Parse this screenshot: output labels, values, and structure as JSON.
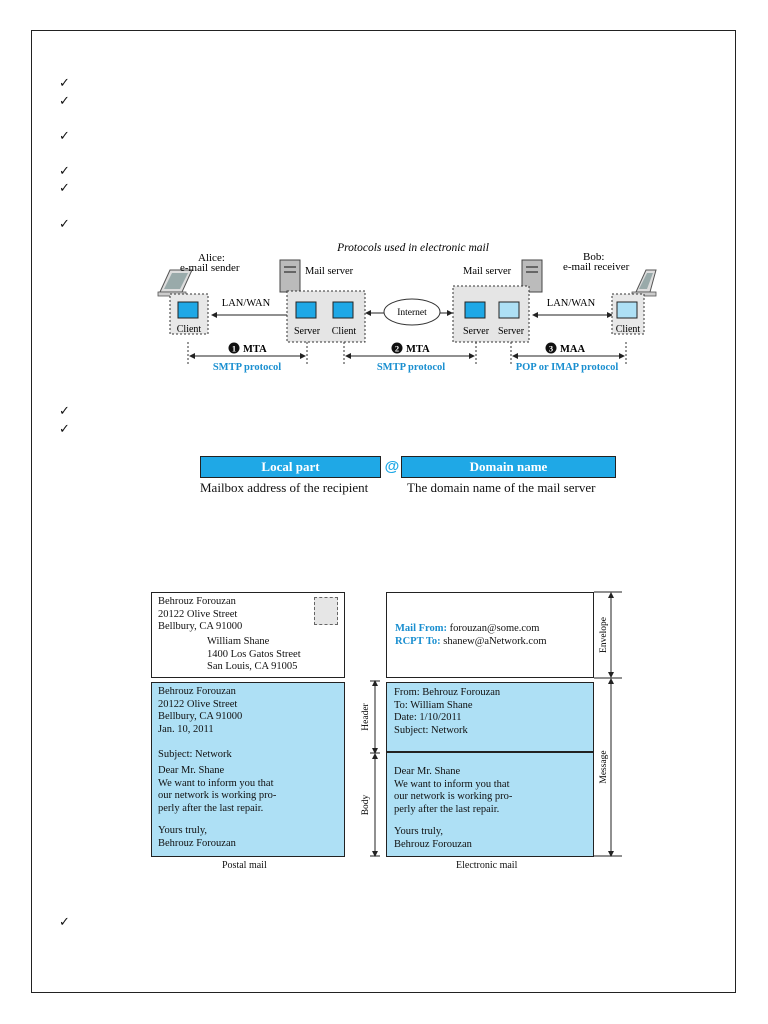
{
  "bullets": [
    "✓",
    "✓",
    "✓",
    "✓",
    "✓",
    "✓",
    "✓",
    "✓",
    "✓"
  ],
  "protocols_figure": {
    "title": "Protocols used in electronic mail",
    "alice_label_1": "Alice:",
    "alice_label_2": "e-mail sender",
    "bob_label_1": "Bob:",
    "bob_label_2": "e-mail receiver",
    "mail_server_left": "Mail server",
    "mail_server_right": "Mail server",
    "lan_wan_left": "LAN/WAN",
    "lan_wan_right": "LAN/WAN",
    "internet": "Internet",
    "client": "Client",
    "server": "Server",
    "step1": "MTA",
    "step2": "MTA",
    "step3": "MAA",
    "step1_num": "1",
    "step2_num": "2",
    "step3_num": "3",
    "proto1": "SMTP protocol",
    "proto2": "SMTP protocol",
    "proto3": "POP or IMAP protocol",
    "accent": "#1fa8e6"
  },
  "address_figure": {
    "local_part": "Local part",
    "at": "@",
    "domain_name": "Domain name",
    "local_caption": "Mailbox address of the recipient",
    "domain_caption": "The domain name of the mail server"
  },
  "mail_figure": {
    "postal_envelope": "Behrouz Forouzan\n20122 Olive Street\nBellbury, CA 91000",
    "postal_recipient": "William Shane\n1400 Los Gatos Street\nSan Louis, CA 91005",
    "postal_letter_head": "Behrouz Forouzan\n20122 Olive Street\nBellbury, CA 91000\nJan. 10, 2011",
    "postal_subject": "Subject: Network",
    "postal_body": "Dear Mr. Shane\nWe want to inform you that\nour network is working pro-\nperly after the last repair.",
    "postal_sign": "Yours truly,\nBehrouz Forouzan",
    "mail_from_label": "Mail From:",
    "mail_from_value": "forouzan@some.com",
    "rcpt_to_label": "RCPT To:",
    "rcpt_to_value": "shanew@aNetwork.com",
    "email_header": "From: Behrouz Forouzan\nTo: William Shane\nDate: 1/10/2011\nSubject: Network",
    "email_body": "Dear Mr. Shane\nWe want to inform you that\nour network is working pro-\nperly after the last repair.",
    "email_sign": "Yours truly,\nBehrouz Forouzan",
    "label_header": "Header",
    "label_body": "Body",
    "label_envelope": "Envelope",
    "label_message": "Message",
    "caption_postal": "Postal mail",
    "caption_email": "Electronic mail"
  }
}
